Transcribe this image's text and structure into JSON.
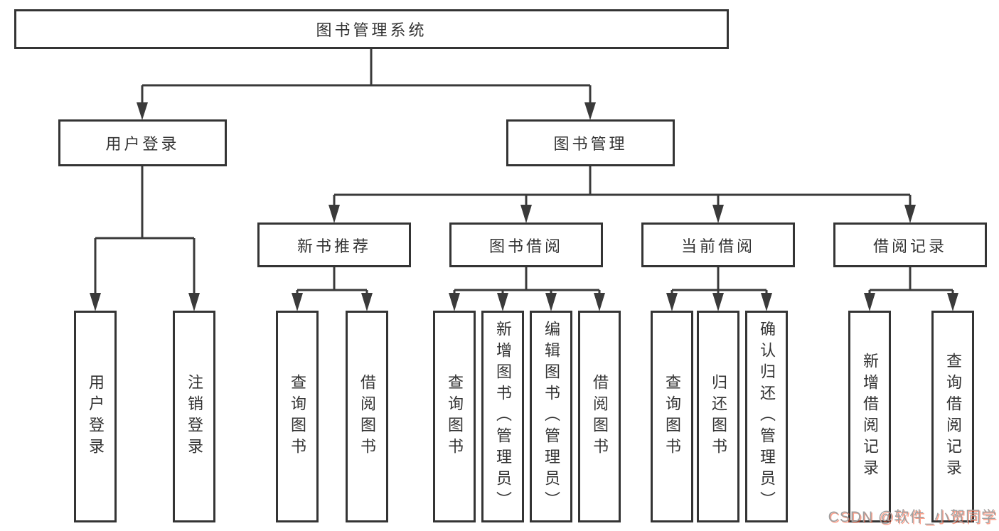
{
  "diagram": {
    "root": {
      "label": "图书管理系统"
    },
    "branches": [
      {
        "label": "用户登录",
        "children": [
          {
            "label": "用户登录"
          },
          {
            "label": "注销登录"
          }
        ]
      },
      {
        "label": "图书管理",
        "children": [
          {
            "label": "新书推荐",
            "children": [
              {
                "label": "查询图书"
              },
              {
                "label": "借阅图书"
              }
            ]
          },
          {
            "label": "图书借阅",
            "children": [
              {
                "label": "查询图书"
              },
              {
                "label": "新增图书（管理员）"
              },
              {
                "label": "编辑图书（管理员）"
              },
              {
                "label": "借阅图书"
              }
            ]
          },
          {
            "label": "当前借阅",
            "children": [
              {
                "label": "查询图书"
              },
              {
                "label": "归还图书"
              },
              {
                "label": "确认归还（管理员）"
              }
            ]
          },
          {
            "label": "借阅记录",
            "children": [
              {
                "label": "新增借阅记录"
              },
              {
                "label": "查询借阅记录"
              }
            ]
          }
        ]
      }
    ]
  },
  "watermark": {
    "text": "CSDN @软件_小贺同学"
  },
  "colors": {
    "line": "#3a3a3a",
    "box_border": "#343434",
    "text": "#333333",
    "background": "#ffffff",
    "watermark_text": "#9f9f9f",
    "watermark_accent": "#fc5531"
  }
}
